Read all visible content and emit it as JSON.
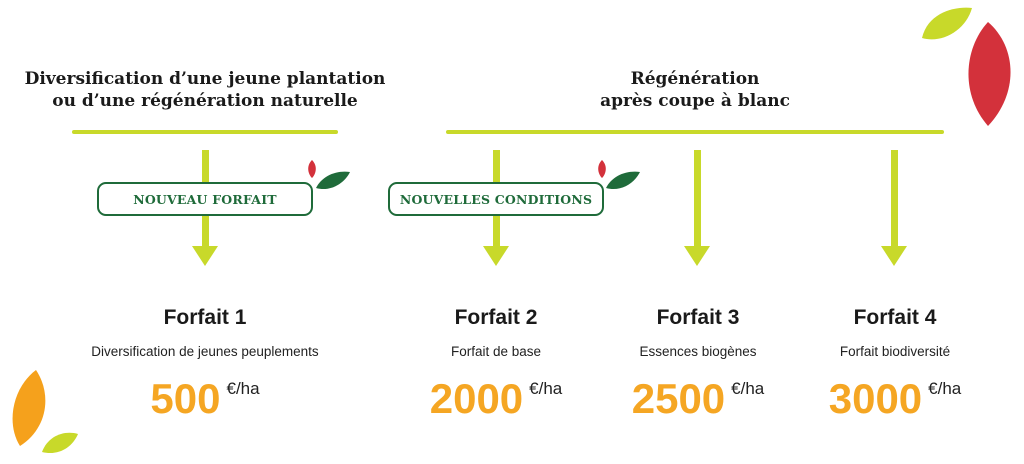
{
  "headings": {
    "left": [
      "Diversification d’une jeune plantation",
      "ou d’une régénération naturelle"
    ],
    "right": [
      "Régénération",
      "après coupe à blanc"
    ]
  },
  "badges": {
    "left": "NOUVEAU FORFAIT",
    "right": "NOUVELLES CONDITIONS"
  },
  "forfaits": [
    {
      "title": "Forfait 1",
      "subtitle": "Diversification de jeunes peuplements",
      "amount": "500",
      "unit": "€/ha"
    },
    {
      "title": "Forfait 2",
      "subtitle": "Forfait de base",
      "amount": "2000",
      "unit": "€/ha"
    },
    {
      "title": "Forfait 3",
      "subtitle": "Essences biogènes",
      "amount": "2500",
      "unit": "€/ha"
    },
    {
      "title": "Forfait 4",
      "subtitle": "Forfait biodiversité",
      "amount": "3000",
      "unit": "€/ha"
    }
  ],
  "colors": {
    "accent_line": "#c8d92a",
    "badge_green": "#1f6b3a",
    "price_orange": "#f5a623",
    "leaf_red": "#d3313b",
    "leaf_lime": "#c8d92a",
    "leaf_orange": "#f5a11c"
  },
  "icons": [
    "leaf-icon"
  ]
}
